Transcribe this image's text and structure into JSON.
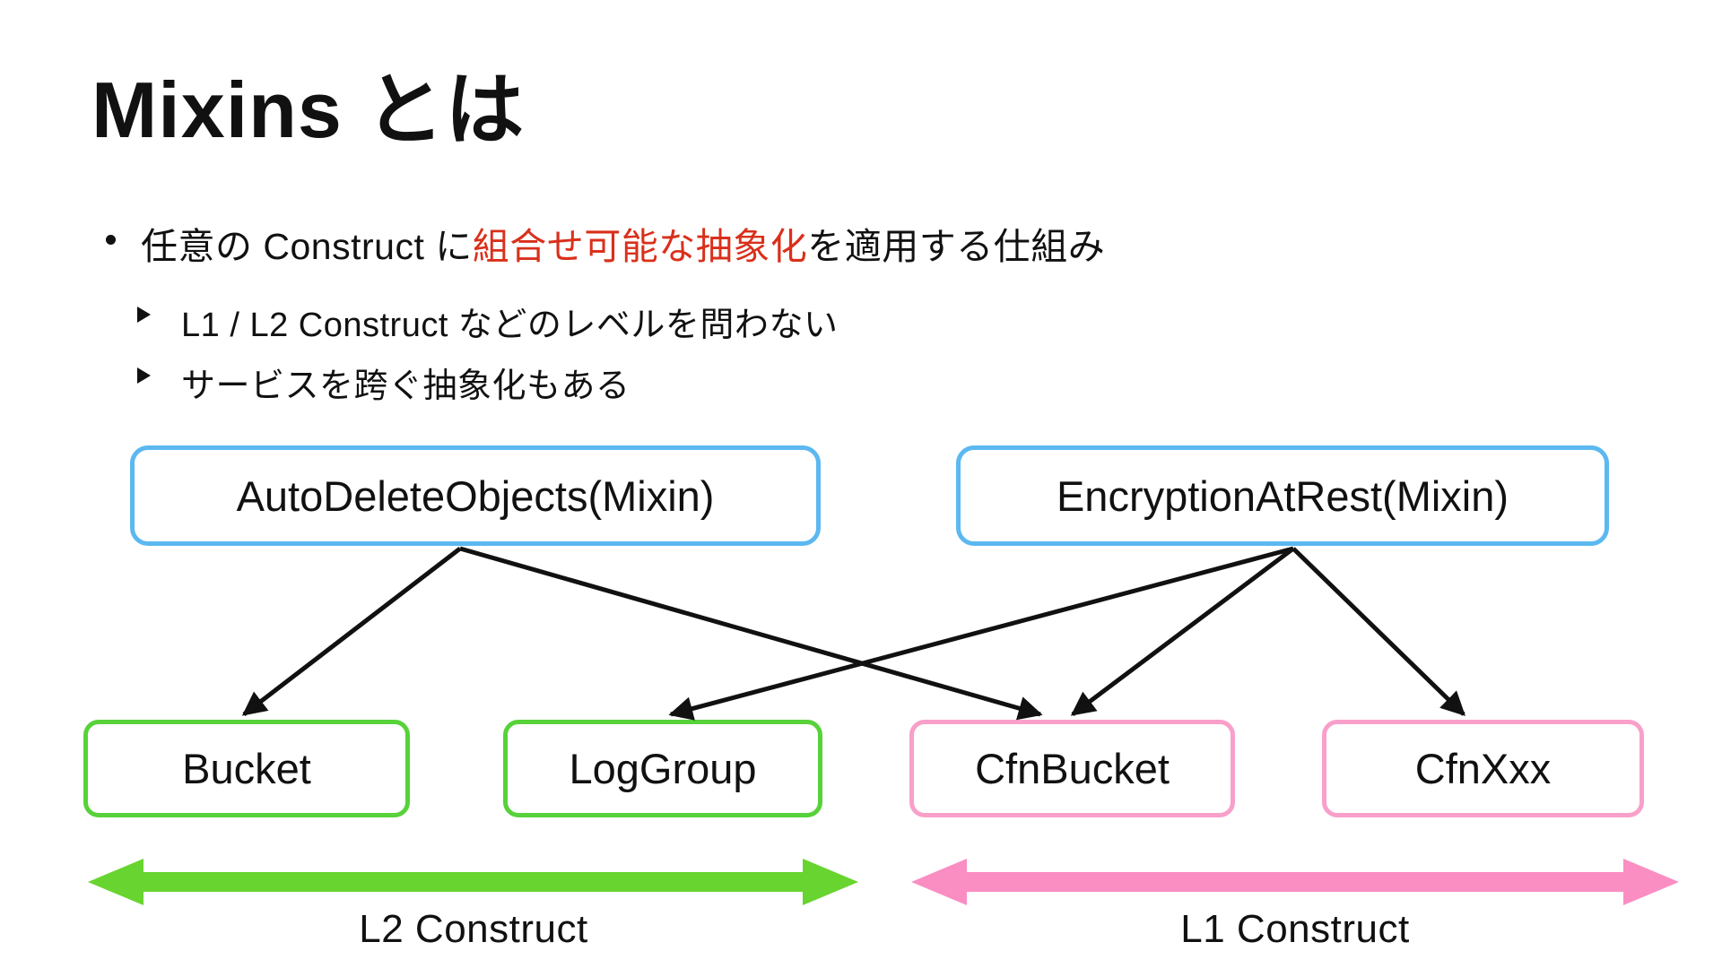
{
  "slide": {
    "title": "Mixins とは",
    "bullets": [
      {
        "level": 1,
        "segments": [
          {
            "text": "任意の Construct に",
            "color": "black"
          },
          {
            "text": "組合せ可能な抽象化",
            "color": "red"
          },
          {
            "text": "を適用する仕組み",
            "color": "black"
          }
        ]
      },
      {
        "level": 2,
        "text": "L1 / L2 Construct などのレベルを問わない"
      },
      {
        "level": 2,
        "text": "サービスを跨ぐ抽象化もある"
      }
    ]
  },
  "diagram": {
    "mixin_boxes": [
      {
        "label": "AutoDeleteObjects(Mixin)"
      },
      {
        "label": "EncryptionAtRest(Mixin)"
      }
    ],
    "construct_boxes": [
      {
        "label": "Bucket",
        "level": "L2"
      },
      {
        "label": "LogGroup",
        "level": "L2"
      },
      {
        "label": "CfnBucket",
        "level": "L1"
      },
      {
        "label": "CfnXxx",
        "level": "L1"
      }
    ],
    "edges": [
      {
        "from": "AutoDeleteObjects(Mixin)",
        "to": "Bucket"
      },
      {
        "from": "AutoDeleteObjects(Mixin)",
        "to": "CfnBucket"
      },
      {
        "from": "EncryptionAtRest(Mixin)",
        "to": "LogGroup"
      },
      {
        "from": "EncryptionAtRest(Mixin)",
        "to": "CfnBucket"
      },
      {
        "from": "EncryptionAtRest(Mixin)",
        "to": "CfnXxx"
      }
    ],
    "level_spans": [
      {
        "label": "L2 Construct",
        "color": "#68d42f"
      },
      {
        "label": "L1 Construct",
        "color": "#fa8ec3"
      }
    ]
  },
  "colors": {
    "mixin_border": "#5cb8f0",
    "l2_border": "#57d23a",
    "l1_border": "#f8a0ca",
    "l2_arrow": "#68d42f",
    "l1_arrow": "#fa8ec3",
    "highlight_red": "#d9301b",
    "connector": "#111111",
    "text": "#111111",
    "background": "#ffffff"
  }
}
